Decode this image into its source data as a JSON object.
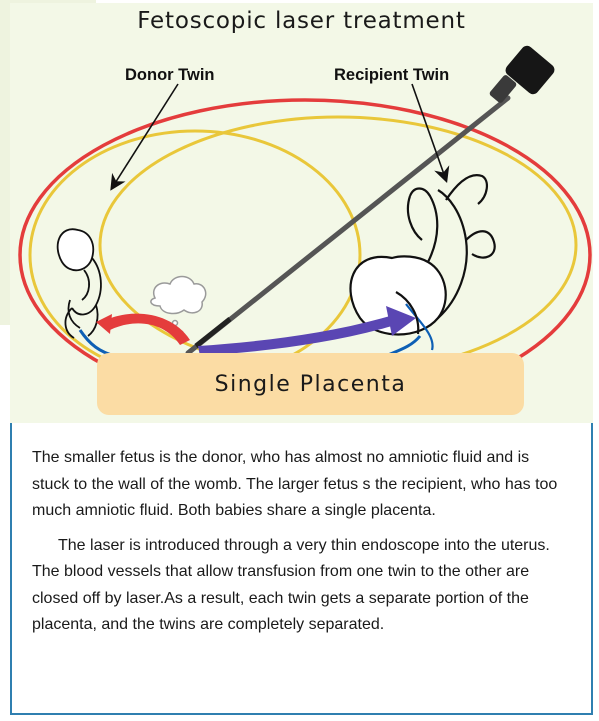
{
  "figure": {
    "title": "Fetoscopic laser treatment",
    "donor_label": "Donor Twin",
    "recipient_label": "Recipient Twin",
    "placenta_label": "Single Placenta",
    "colors": {
      "frame": "#2f7fb0",
      "uterus_outline": "#e43c3c",
      "amniotic_sac": "#e9c73a",
      "placenta_fill": "#fbdca4",
      "donor_arrow": "#e43c3c",
      "recipient_arrow": "#5a46b3",
      "endoscope": "#555555",
      "background_tint": "#f3f8e7"
    }
  },
  "text": {
    "paragraph_1": "The smaller fetus is the donor, who has almost no amniotic fluid and is stuck to the wall of the womb. The larger fetus s the recipient, who has too much amniotic fluid. Both babies share a single placenta.",
    "paragraph_2": "The laser is introduced through a very thin endoscope into the uterus. The blood vessels that allow transfusion from one twin to the other are closed off by laser.As a result, each twin gets a separate portion of the placenta, and the twins are completely separated."
  }
}
